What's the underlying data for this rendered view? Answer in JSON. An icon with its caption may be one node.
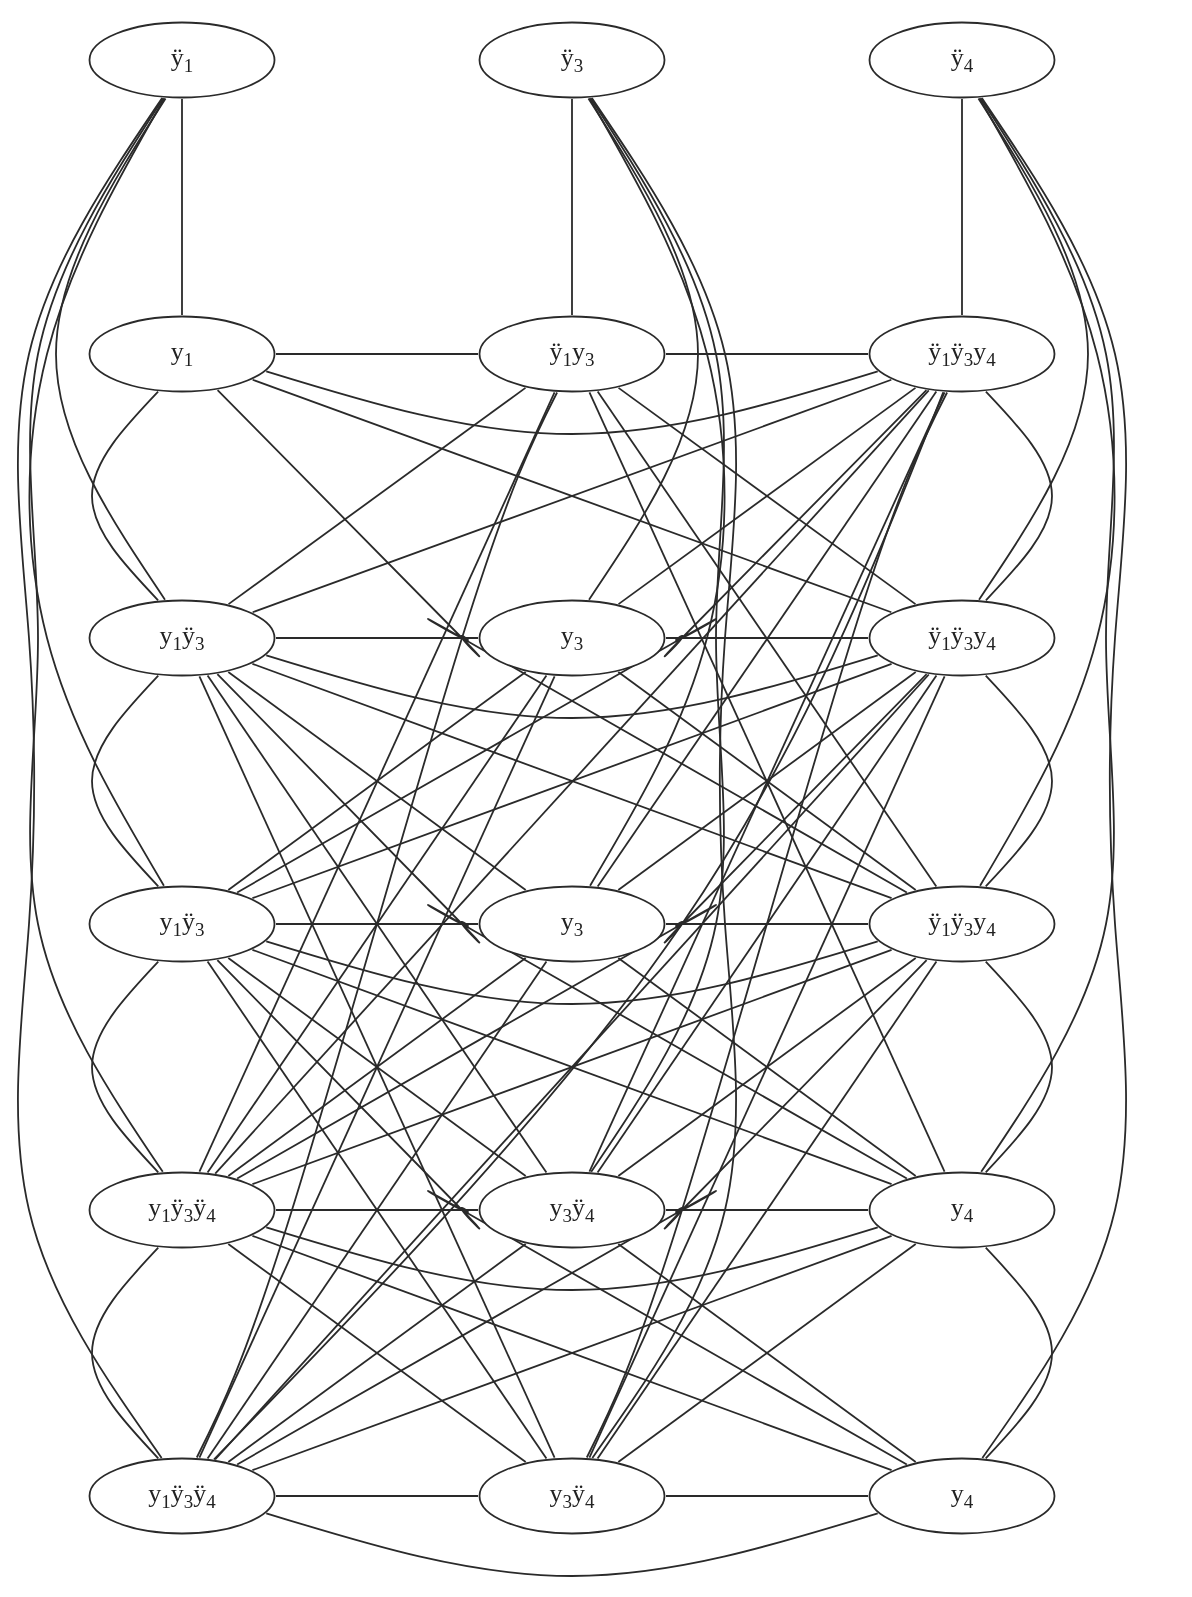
{
  "diagram": {
    "nodes": [
      {
        "text": [
          "ÿ$_{1}$"
        ]
      },
      {
        "text": [
          "ÿ$_{3}$"
        ]
      },
      {
        "text": [
          "ÿ$_{4}$"
        ]
      },
      {
        "text": [
          "y$_{1}$"
        ]
      },
      {
        "text": [
          "ÿ$_{1}$y$_{3}$"
        ]
      },
      {
        "text": [
          "ÿ$_{1}$ÿ$_{3}$y$_{4}$"
        ]
      },
      {
        "text": [
          "y$_{1}$ÿ$_{3}$"
        ]
      },
      {
        "text": [
          "y$_{3}$"
        ]
      },
      {
        "text": [
          "ÿ$_{1}$ÿ$_{3}$y$_{4}$"
        ]
      },
      {
        "text": [
          "y$_{1}$ÿ$_{3}$"
        ]
      },
      {
        "text": [
          "y$_{3}$"
        ]
      },
      {
        "text": [
          "ÿ$_{1}$ÿ$_{3}$y$_{4}$"
        ]
      },
      {
        "text": [
          "y$_{1}$ÿ$_{3}$ÿ$_{4}$"
        ]
      },
      {
        "text": [
          "y$_{3}$ÿ$_{4}$"
        ]
      },
      {
        "text": [
          "y$_{4}$"
        ]
      },
      {
        "text": [
          "y$_{1}$ÿ$_{3}$ÿ$_{4}$"
        ]
      },
      {
        "text": [
          "y$_{3}$ÿ$_{4}$"
        ]
      },
      {
        "text": [
          "y$_{4}$"
        ]
      }
    ],
    "edges": [
      {
        "from": 0,
        "to": 3,
        "arrow": "none"
      },
      {
        "from": 1,
        "to": 4,
        "arrow": "none"
      },
      {
        "from": 2,
        "to": 5,
        "arrow": "none"
      },
      {
        "from": 0,
        "to": 6,
        "arrow": "none"
      },
      {
        "from": 0,
        "to": 9,
        "arrow": "none"
      },
      {
        "from": 0,
        "to": 12,
        "arrow": "none"
      },
      {
        "from": 0,
        "to": 15,
        "arrow": "none"
      },
      {
        "from": 1,
        "to": 7,
        "arrow": "none"
      },
      {
        "from": 1,
        "to": 10,
        "arrow": "none"
      },
      {
        "from": 1,
        "to": 13,
        "arrow": "none"
      },
      {
        "from": 1,
        "to": 16,
        "arrow": "none"
      },
      {
        "from": 2,
        "to": 8,
        "arrow": "none"
      },
      {
        "from": 2,
        "to": 11,
        "arrow": "none"
      },
      {
        "from": 2,
        "to": 14,
        "arrow": "none"
      },
      {
        "from": 2,
        "to": 17,
        "arrow": "none"
      },
      {
        "from": 3,
        "to": 6,
        "arrow": "none"
      },
      {
        "from": 6,
        "to": 9,
        "arrow": "none"
      },
      {
        "from": 9,
        "to": 12,
        "arrow": "none"
      },
      {
        "from": 12,
        "to": 15,
        "arrow": "none"
      },
      {
        "from": 5,
        "to": 8,
        "arrow": "none"
      },
      {
        "from": 8,
        "to": 11,
        "arrow": "none"
      },
      {
        "from": 11,
        "to": 14,
        "arrow": "none"
      },
      {
        "from": 14,
        "to": 17,
        "arrow": "none"
      },
      {
        "from": 3,
        "to": 4,
        "arrow": "none"
      },
      {
        "from": 4,
        "to": 5,
        "arrow": "none"
      },
      {
        "from": 3,
        "to": 5,
        "arrow": "none"
      },
      {
        "from": 6,
        "to": 7,
        "arrow": "none"
      },
      {
        "from": 7,
        "to": 8,
        "arrow": "none"
      },
      {
        "from": 6,
        "to": 8,
        "arrow": "none"
      },
      {
        "from": 9,
        "to": 10,
        "arrow": "none"
      },
      {
        "from": 10,
        "to": 11,
        "arrow": "none"
      },
      {
        "from": 9,
        "to": 11,
        "arrow": "none"
      },
      {
        "from": 12,
        "to": 13,
        "arrow": "none"
      },
      {
        "from": 13,
        "to": 14,
        "arrow": "none"
      },
      {
        "from": 12,
        "to": 14,
        "arrow": "none"
      },
      {
        "from": 15,
        "to": 16,
        "arrow": "none"
      },
      {
        "from": 16,
        "to": 17,
        "arrow": "none"
      },
      {
        "from": 15,
        "to": 17,
        "arrow": "none"
      },
      {
        "from": 3,
        "to": 8,
        "arrow": "none"
      },
      {
        "from": 3,
        "to": 11,
        "arrow": "none"
      },
      {
        "from": 4,
        "to": 6,
        "arrow": "none"
      },
      {
        "from": 4,
        "to": 8,
        "arrow": "none"
      },
      {
        "from": 4,
        "to": 11,
        "arrow": "none"
      },
      {
        "from": 4,
        "to": 12,
        "arrow": "none"
      },
      {
        "from": 4,
        "to": 15,
        "arrow": "none"
      },
      {
        "from": 4,
        "to": 14,
        "arrow": "none"
      },
      {
        "from": 5,
        "to": 6,
        "arrow": "none"
      },
      {
        "from": 5,
        "to": 7,
        "arrow": "none"
      },
      {
        "from": 5,
        "to": 9,
        "arrow": "none"
      },
      {
        "from": 5,
        "to": 10,
        "arrow": "none"
      },
      {
        "from": 5,
        "to": 12,
        "arrow": "none"
      },
      {
        "from": 5,
        "to": 13,
        "arrow": "none"
      },
      {
        "from": 5,
        "to": 15,
        "arrow": "none"
      },
      {
        "from": 5,
        "to": 16,
        "arrow": "none"
      },
      {
        "from": 6,
        "to": 10,
        "arrow": "none"
      },
      {
        "from": 6,
        "to": 11,
        "arrow": "none"
      },
      {
        "from": 6,
        "to": 13,
        "arrow": "none"
      },
      {
        "from": 6,
        "to": 14,
        "arrow": "none"
      },
      {
        "from": 6,
        "to": 16,
        "arrow": "none"
      },
      {
        "from": 7,
        "to": 9,
        "arrow": "none"
      },
      {
        "from": 7,
        "to": 11,
        "arrow": "none"
      },
      {
        "from": 7,
        "to": 12,
        "arrow": "none"
      },
      {
        "from": 7,
        "to": 15,
        "arrow": "none"
      },
      {
        "from": 8,
        "to": 9,
        "arrow": "none"
      },
      {
        "from": 8,
        "to": 10,
        "arrow": "none"
      },
      {
        "from": 8,
        "to": 12,
        "arrow": "none"
      },
      {
        "from": 8,
        "to": 13,
        "arrow": "none"
      },
      {
        "from": 8,
        "to": 15,
        "arrow": "none"
      },
      {
        "from": 8,
        "to": 16,
        "arrow": "none"
      },
      {
        "from": 9,
        "to": 13,
        "arrow": "none"
      },
      {
        "from": 9,
        "to": 14,
        "arrow": "none"
      },
      {
        "from": 9,
        "to": 16,
        "arrow": "none"
      },
      {
        "from": 9,
        "to": 17,
        "arrow": "none"
      },
      {
        "from": 10,
        "to": 12,
        "arrow": "none"
      },
      {
        "from": 10,
        "to": 14,
        "arrow": "none"
      },
      {
        "from": 10,
        "to": 15,
        "arrow": "none"
      },
      {
        "from": 11,
        "to": 12,
        "arrow": "none"
      },
      {
        "from": 11,
        "to": 13,
        "arrow": "none"
      },
      {
        "from": 11,
        "to": 15,
        "arrow": "none"
      },
      {
        "from": 11,
        "to": 16,
        "arrow": "none"
      },
      {
        "from": 12,
        "to": 16,
        "arrow": "none"
      },
      {
        "from": 12,
        "to": 17,
        "arrow": "none"
      },
      {
        "from": 13,
        "to": 15,
        "arrow": "none"
      },
      {
        "from": 13,
        "to": 17,
        "arrow": "none"
      },
      {
        "from": 14,
        "to": 15,
        "arrow": "none"
      },
      {
        "from": 14,
        "to": 16,
        "arrow": "none"
      }
    ]
  }
}
